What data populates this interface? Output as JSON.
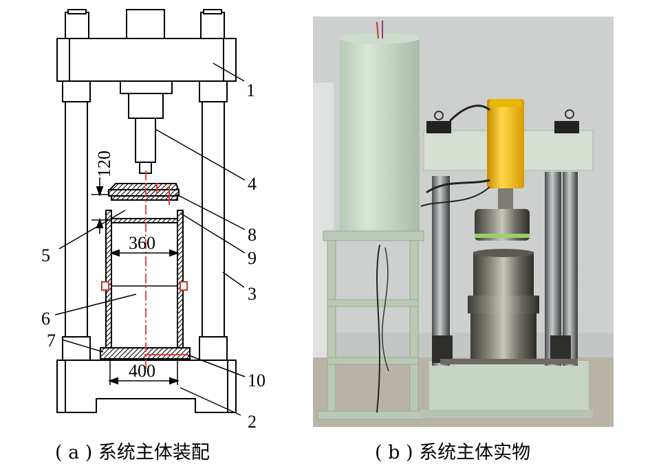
{
  "panel_a": {
    "caption": "( a ) 系统主体装配",
    "callouts": [
      "1",
      "2",
      "3",
      "4",
      "5",
      "6",
      "7",
      "8",
      "9",
      "10"
    ],
    "dimensions": {
      "top_gap": "120",
      "inner_diameter": "360",
      "base_width": "400"
    }
  },
  "panel_b": {
    "caption": "( b ) 系统主体实物"
  }
}
